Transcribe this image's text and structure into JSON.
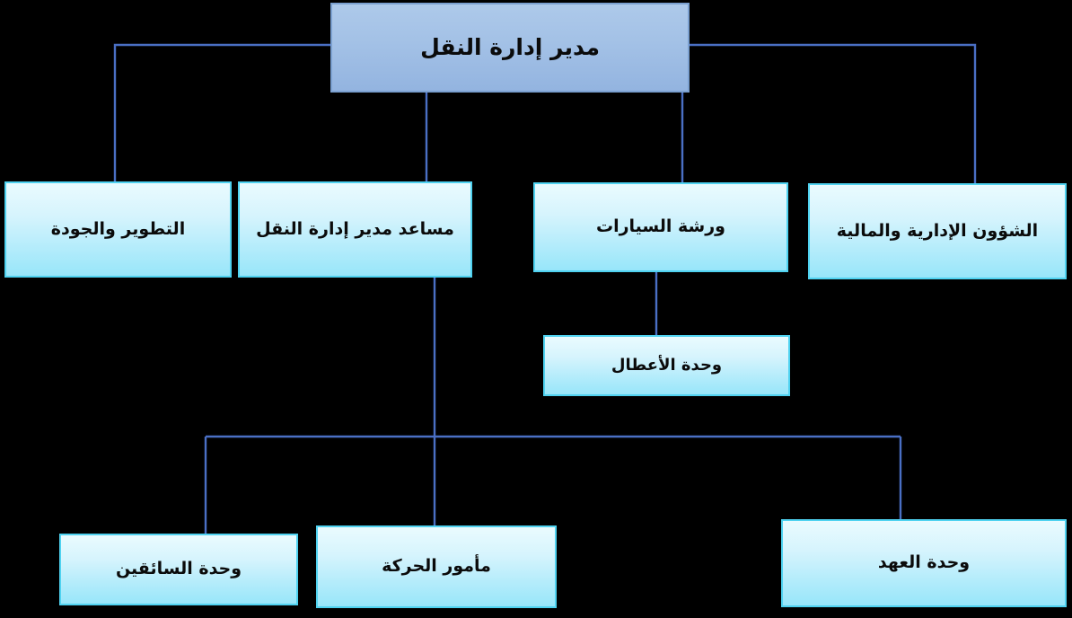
{
  "chart": {
    "type": "diagram",
    "subtype": "organization-chart",
    "direction": "rtl",
    "language": "ar",
    "background_color": "#000000",
    "root_fill_top": "#adc9ea",
    "root_fill_bottom": "#93b4e0",
    "root_border_color": "#7ba0d0",
    "node_fill_top": "#eafbfe",
    "node_fill_bottom": "#98e6fa",
    "node_border_color": "#4fd2f0",
    "connector_color": "#4a6fc4",
    "text_color": "#0b0b0b"
  },
  "nodes": {
    "root": {
      "label": "مدير إدارة النقل"
    },
    "development_quality": {
      "label": "التطوير والجودة"
    },
    "assistant_director": {
      "label": "مساعد مدير إدارة النقل"
    },
    "car_workshop": {
      "label": "ورشة السيارات"
    },
    "admin_finance": {
      "label": "الشؤون الإدارية والمالية"
    },
    "faults_unit": {
      "label": "وحدة الأعطال"
    },
    "drivers_unit": {
      "label": "وحدة السائقين"
    },
    "movement_officer": {
      "label": "مأمور الحركة"
    },
    "custody_unit": {
      "label": "وحدة العهد"
    }
  },
  "edges": [
    {
      "from": "root",
      "to": "development_quality"
    },
    {
      "from": "root",
      "to": "assistant_director"
    },
    {
      "from": "root",
      "to": "car_workshop"
    },
    {
      "from": "root",
      "to": "admin_finance"
    },
    {
      "from": "car_workshop",
      "to": "faults_unit"
    },
    {
      "from": "assistant_director",
      "to": "drivers_unit"
    },
    {
      "from": "assistant_director",
      "to": "movement_officer"
    },
    {
      "from": "assistant_director",
      "to": "custody_unit"
    }
  ]
}
